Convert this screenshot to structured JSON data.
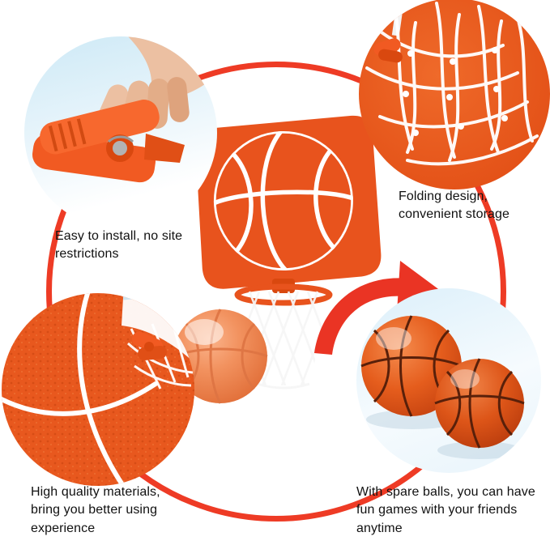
{
  "features": {
    "install": {
      "text": "Easy to install, no site restrictions"
    },
    "folding": {
      "text": "Folding design, convenient storage"
    },
    "material": {
      "text": "High quality materials, bring you better using experience"
    },
    "spare_balls": {
      "text": "With spare balls, you can have fun games with your friends anytime"
    }
  },
  "colors": {
    "accent_ring": "#ee3b25",
    "board_orange": "#e8531d",
    "clamp_orange": "#f15a22",
    "front_ball_salmon": "#f2925f",
    "sky_blue": "#cfe9f6",
    "net_white": "#ffffff",
    "seam_dark": "#59200a",
    "text": "#111111"
  }
}
